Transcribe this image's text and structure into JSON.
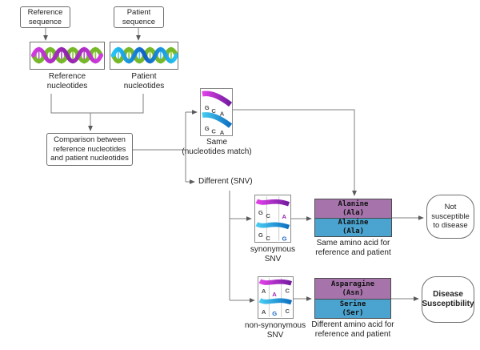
{
  "nodes": {
    "reference_sequence": {
      "label": "Reference sequence"
    },
    "patient_sequence": {
      "label": "Patient sequence"
    },
    "reference_nucleotides": {
      "label": "Reference nucleotides"
    },
    "patient_nucleotides": {
      "label": "Patient nucleotides"
    },
    "comparison": {
      "label": "Comparison between reference nucleotides and patient nucleotides"
    },
    "same": {
      "label": "Same",
      "sublabel": "(nucleotides match)"
    },
    "different": {
      "label": "Different (SNV)"
    },
    "synonymous": {
      "label": "synonymous",
      "sublabel": "SNV"
    },
    "non_synonymous": {
      "label": "non-synonymous",
      "sublabel": "SNV"
    },
    "alanine_reference": {
      "name": "Alanine",
      "abbr": "(Ala)"
    },
    "alanine_patient": {
      "name": "Alanine",
      "abbr": "(Ala)"
    },
    "same_amino_caption": {
      "label": "Same amino acid for reference and patient"
    },
    "asparagine": {
      "name": "Asparagine",
      "abbr": "(Asn)"
    },
    "serine": {
      "name": "Serine",
      "abbr": "(Ser)"
    },
    "different_amino_caption": {
      "label": "Different amino acid for reference and patient"
    },
    "not_susceptible": {
      "label": "Not susceptible to disease"
    },
    "disease_susceptibility": {
      "label": "Disease Susceptibility"
    }
  },
  "sequences": {
    "same": {
      "top": [
        "G",
        "C",
        "A"
      ],
      "bottom": [
        "G",
        "C",
        "A"
      ]
    },
    "synonymous": {
      "top": [
        "G",
        "C",
        "A"
      ],
      "bottom": [
        "G",
        "C",
        "G"
      ],
      "variant_index": 2
    },
    "non_synonymous": {
      "top": [
        "A",
        "A",
        "C"
      ],
      "bottom": [
        "A",
        "G",
        "C"
      ],
      "variant_index": 1
    }
  },
  "colors": {
    "reference_amino_fill": "#a674ab",
    "patient_amino_fill": "#4ba4d0",
    "reference_strand": "#b63ec9",
    "patient_strand": "#2bb7ea",
    "green_strand": "#76b82a",
    "connector": "#7f7f7f"
  }
}
